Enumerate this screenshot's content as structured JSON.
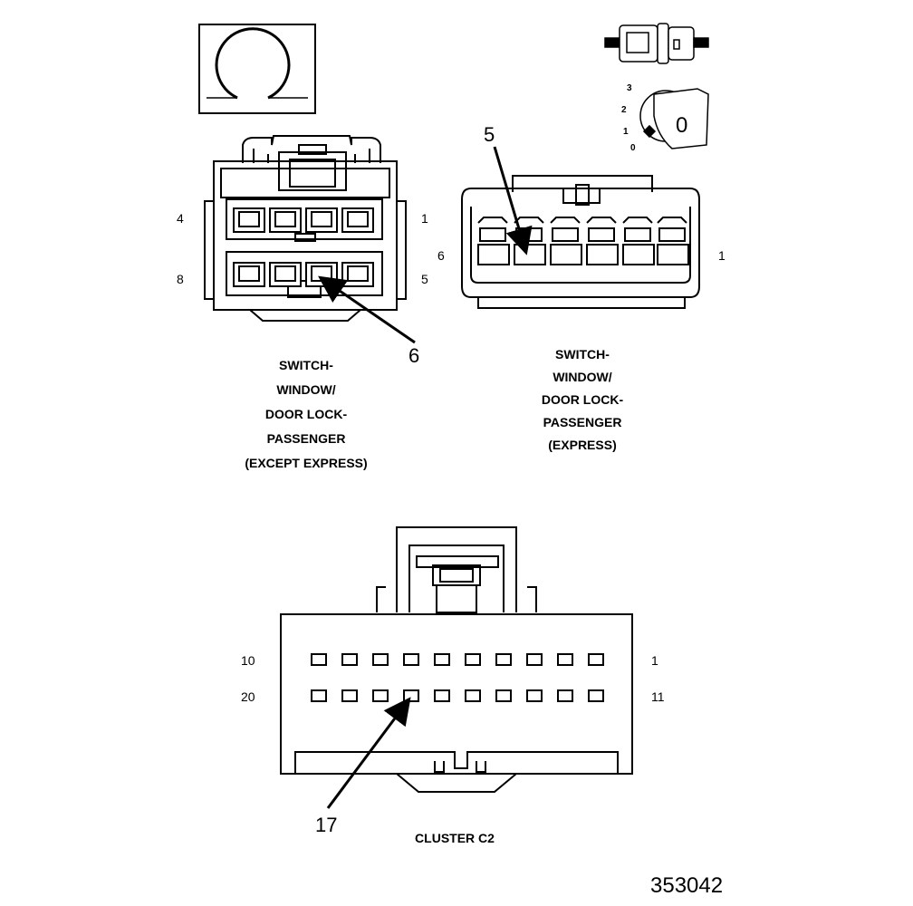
{
  "connector_a": {
    "pin_labels": {
      "top_left": "4",
      "top_right": "1",
      "bottom_left": "8",
      "bottom_right": "5"
    },
    "callout": "6",
    "caption": [
      "SWITCH-",
      "WINDOW/",
      "DOOR LOCK-",
      "PASSENGER",
      "(EXCEPT EXPRESS)"
    ]
  },
  "connector_b": {
    "pin_labels": {
      "left": "6",
      "right": "1"
    },
    "callout": "5",
    "caption": [
      "SWITCH-",
      "WINDOW/",
      "DOOR LOCK-",
      "PASSENGER",
      "(EXPRESS)"
    ]
  },
  "switch_icon": {
    "positions": [
      "3",
      "2",
      "1",
      "0"
    ],
    "knob_label": "0"
  },
  "connector_c": {
    "pin_labels": {
      "top_left": "10",
      "top_right": "1",
      "bottom_left": "20",
      "bottom_right": "11"
    },
    "callout": "17",
    "caption": "CLUSTER C2"
  },
  "figure_ref": "353042"
}
